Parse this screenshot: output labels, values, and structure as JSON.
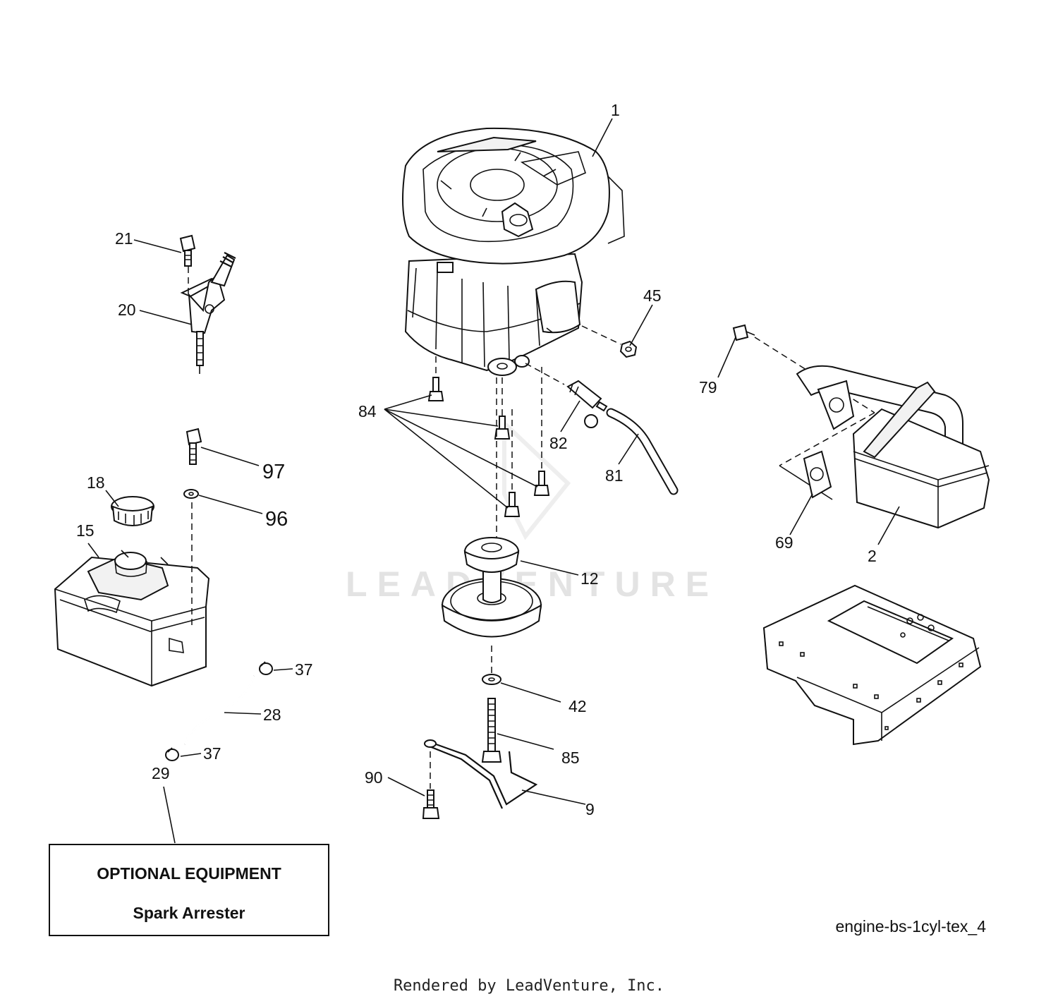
{
  "watermark": "LEADVENTURE",
  "callouts": {
    "c1": "1",
    "c2": "2",
    "c9": "9",
    "c12": "12",
    "c15": "15",
    "c18": "18",
    "c20": "20",
    "c21": "21",
    "c28": "28",
    "c29": "29",
    "c37a": "37",
    "c37b": "37",
    "c42": "42",
    "c45": "45",
    "c69": "69",
    "c79": "79",
    "c81": "81",
    "c82": "82",
    "c84": "84",
    "c85": "85",
    "c90": "90",
    "c96": "96",
    "c97": "97"
  },
  "optional_box": {
    "title": "OPTIONAL EQUIPMENT",
    "item": "Spark Arrester"
  },
  "diagram_ref": "engine-bs-1cyl-tex_4",
  "footer": "Rendered by LeadVenture, Inc."
}
